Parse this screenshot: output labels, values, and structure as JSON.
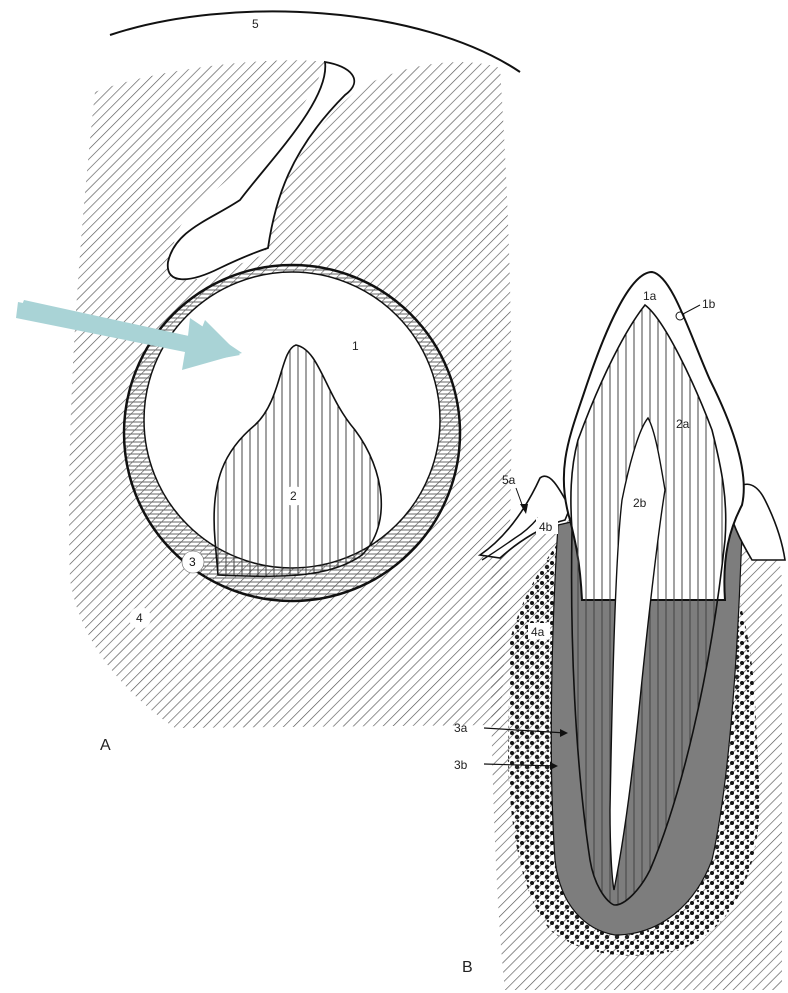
{
  "panels": [
    {
      "id": "A",
      "label": "A"
    },
    {
      "id": "B",
      "label": "B"
    }
  ],
  "labels": {
    "a1": "1",
    "a2": "2",
    "a3": "3",
    "a4": "4",
    "a5": "5",
    "b1a": "1a",
    "b1b": "1b",
    "b2a": "2a",
    "b2b": "2b",
    "b3a": "3a",
    "b3b": "3b",
    "b4a": "4a",
    "b4b": "4b",
    "b5a": "5a"
  },
  "colors": {
    "arrow": "#a9d3d6",
    "follicle": "#8a8a8a",
    "pdl": "#7d7d7d",
    "hatch": "#555555",
    "ink": "#111111"
  }
}
